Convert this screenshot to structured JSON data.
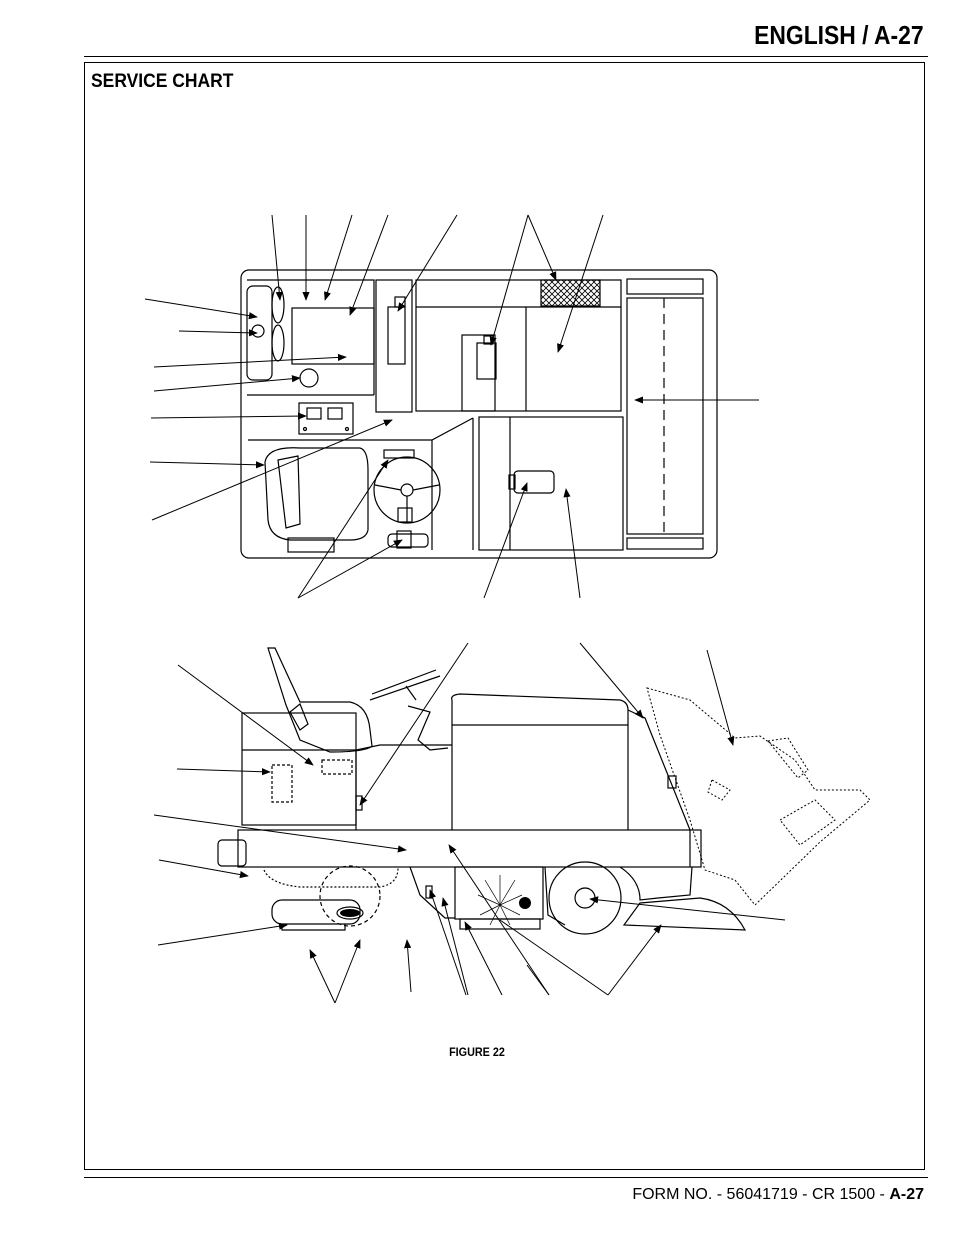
{
  "header": {
    "title": "ENGLISH / A-27"
  },
  "section": {
    "title": "SERVICE CHART"
  },
  "figure": {
    "caption": "FIGURE 22"
  },
  "footer": {
    "form_prefix": "FORM NO. - 56041719 - CR 1500 - ",
    "page": "A-27"
  }
}
